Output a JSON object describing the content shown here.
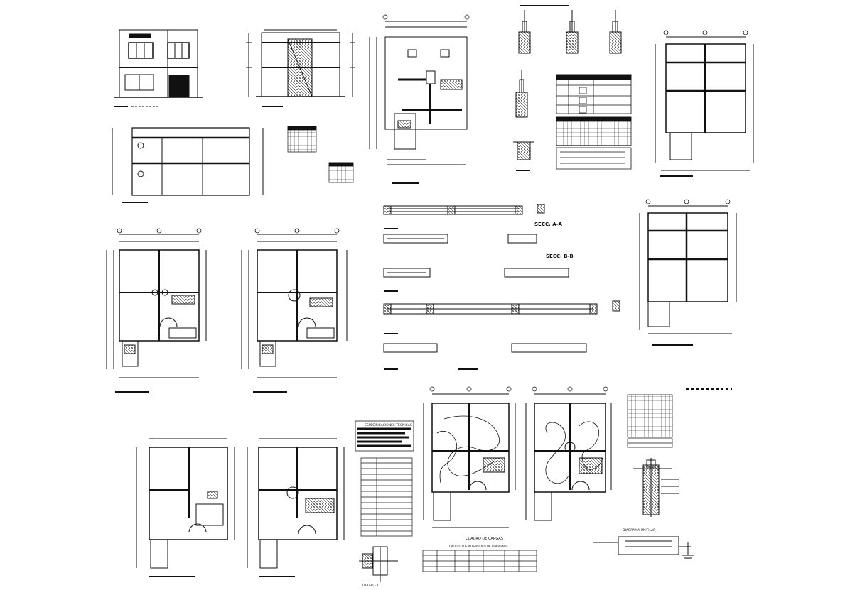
{
  "labels": {
    "section_aa": "SECC. A-A",
    "section_bb": "SECC. B-B",
    "specs_title": "ESPECIFICACIONES TECNICAS",
    "loads_title": "CUADRO DE CARGAS",
    "current_calc": "CALCULO DE INTENSIDAD DE CORRIENTE",
    "unifilar": "DIAGRAMA UNIFILAR",
    "detail": "DETALLE I"
  },
  "colors": {
    "ink": "#111111",
    "paper": "#ffffff"
  }
}
